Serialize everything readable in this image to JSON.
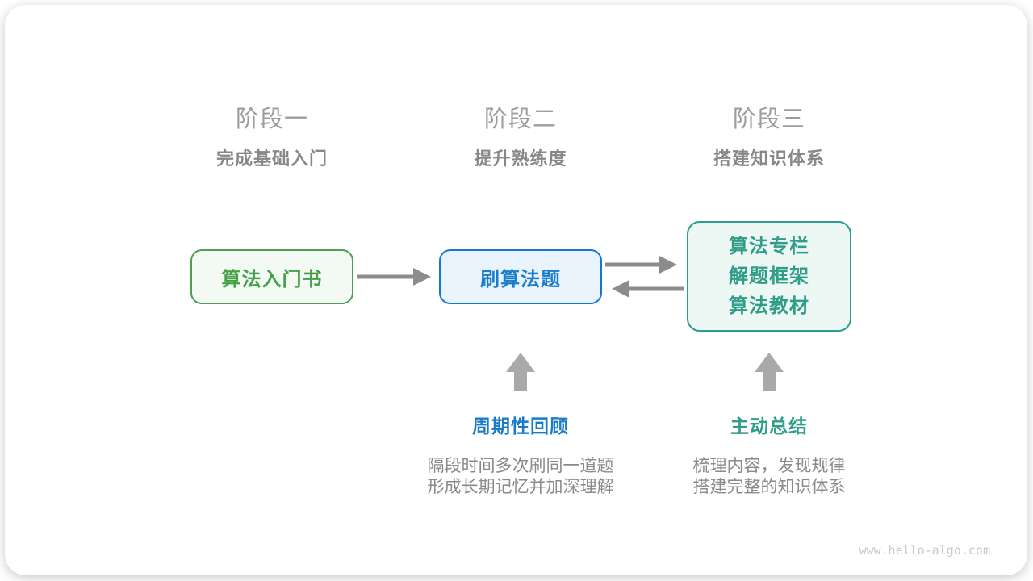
{
  "diagram": {
    "stages": [
      {
        "title": "阶段一",
        "subtitle": "完成基础入门"
      },
      {
        "title": "阶段二",
        "subtitle": "提升熟练度"
      },
      {
        "title": "阶段三",
        "subtitle": "搭建知识体系"
      }
    ],
    "boxes": [
      {
        "label": "算法入门书",
        "accent_color": "#4f9e53",
        "text_color": "#45a049",
        "bg_color": "#f3faf3"
      },
      {
        "label": "刷算法题",
        "accent_color": "#1477cf",
        "text_color": "#1a7dcb",
        "bg_color": "#e9f3fc"
      },
      {
        "lines": [
          "算法专栏",
          "解题框架",
          "算法教材"
        ],
        "accent_color": "#2b9c8e",
        "text_color": "#2f9d88",
        "bg_color": "#edf7f4"
      }
    ],
    "flow": {
      "arrow_color": "#8c8c8c",
      "up_arrow_color": "#a9a9a9",
      "connections": [
        "算法入门书 → 刷算法题",
        "刷算法题 → 算法专栏/解题框架/算法教材",
        "算法专栏/解题框架/算法教材 → 刷算法题"
      ]
    },
    "annotations": [
      {
        "label": "周期性回顾",
        "label_color": "#1a7cc9",
        "desc_lines": [
          "隔段时间多次刷同一道题",
          "形成长期记忆并加深理解"
        ]
      },
      {
        "label": "主动总结",
        "label_color": "#2f9d88",
        "desc_lines": [
          "梳理内容，发现规律",
          "搭建完整的知识体系"
        ]
      }
    ],
    "watermark": "www.hello-algo.com"
  }
}
